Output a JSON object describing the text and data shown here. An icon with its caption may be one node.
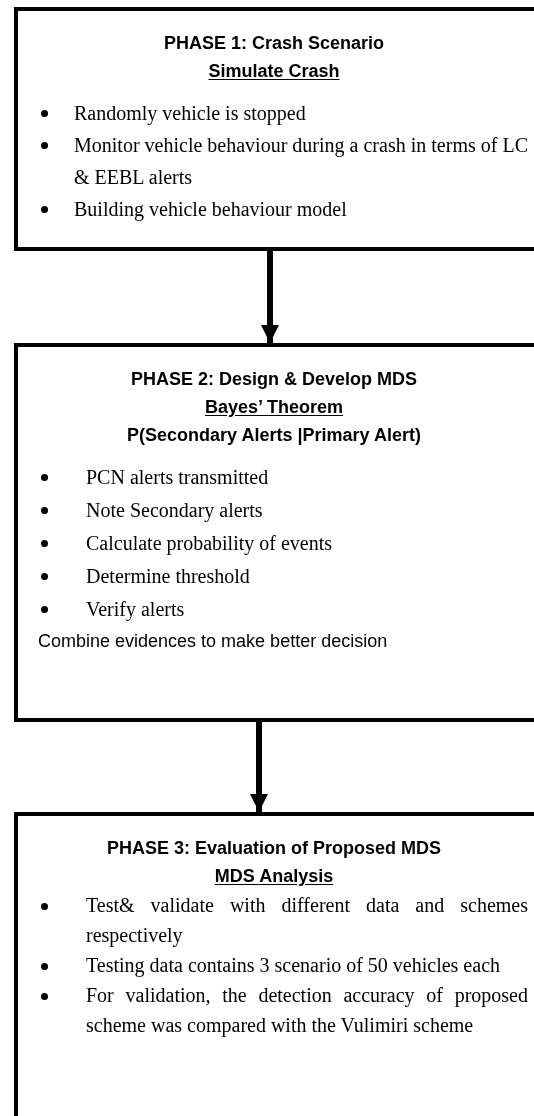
{
  "diagram": {
    "nodes": [
      {
        "text": [
          "PHASE 1: Crash Scenario",
          "Simulate Crash",
          "Randomly vehicle is stopped",
          "Monitor vehicle behaviour during a crash in terms of LC & EEBL alerts",
          "Building vehicle behaviour model"
        ]
      },
      {
        "text": [
          "PHASE 2: Design & Develop MDS",
          "Bayes’ Theorem",
          "P(Secondary Alerts |Primary Alert)",
          "PCN alerts transmitted",
          "Note Secondary alerts",
          "Calculate probability of events",
          "Determine threshold",
          "Verify alerts",
          "Combine evidences to make better decision"
        ]
      },
      {
        "text": [
          "PHASE 3: Evaluation of Proposed MDS",
          "MDS Analysis",
          "Test& validate with different data and schemes respectively",
          "Testing data contains 3 scenario of 50 vehicles each",
          "For validation, the  detection accuracy of proposed scheme was compared with the Vulimiri scheme"
        ]
      }
    ],
    "edges": [
      {
        "from": 0,
        "to": 1,
        "arrow": "to"
      },
      {
        "from": 1,
        "to": 2,
        "arrow": "to"
      }
    ]
  }
}
